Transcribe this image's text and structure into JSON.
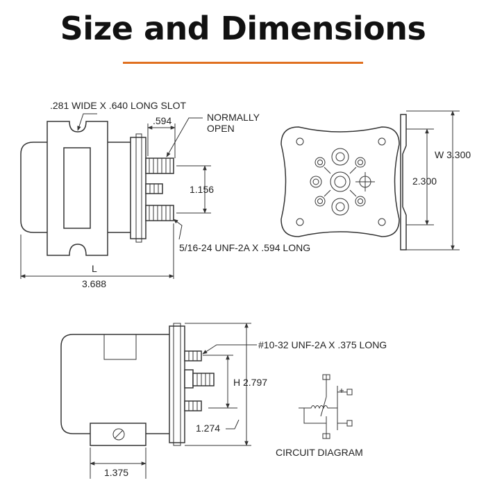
{
  "title": "Size and Dimensions",
  "accent_color": "#e07020",
  "labels": {
    "slot": ".281 WIDE X .640 LONG SLOT",
    "dim_594": ".594",
    "normally": "NORMALLY",
    "open": "OPEN",
    "dim_1156": "1.156",
    "thread_main": "5/16-24 UNF-2A X .594 LONG",
    "length_label": "L",
    "length_value": "3.688",
    "width_label": "W 3.300",
    "dim_2300": "2.300",
    "thread_small": "#10-32 UNF-2A X .375 LONG",
    "height_label": "H 2.797",
    "dim_1274": "1.274",
    "dim_1375": "1.375",
    "circuit": "CIRCUIT DIAGRAM"
  }
}
